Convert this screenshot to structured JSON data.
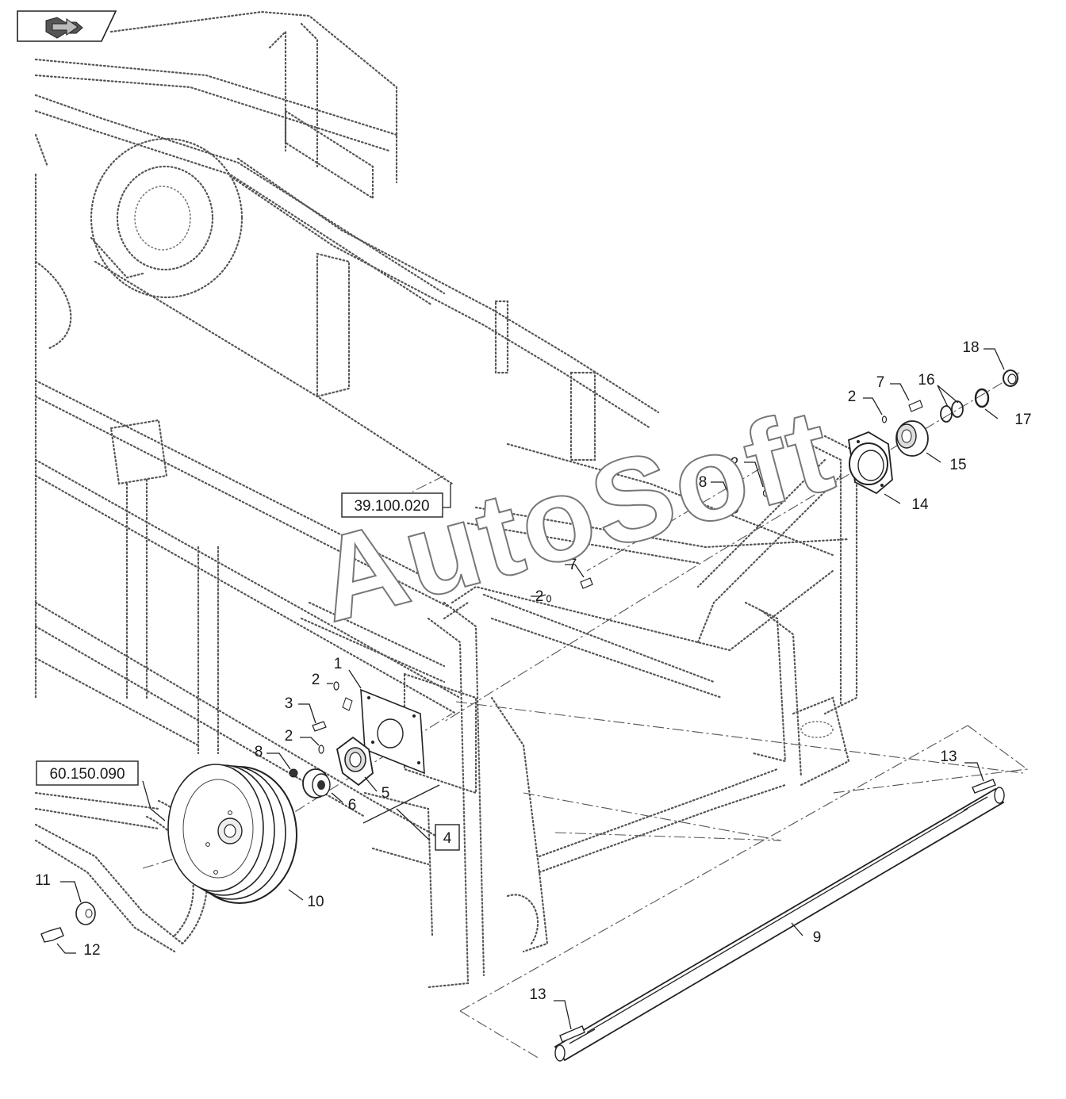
{
  "nav_button": {
    "icon": "back-arrow-icon"
  },
  "watermark": "AutoSoft",
  "references": [
    {
      "id": "ref-39-100-020",
      "text": "39.100.020"
    },
    {
      "id": "ref-60-150-090",
      "text": "60.150.090"
    },
    {
      "id": "ref-group-4",
      "text": "4"
    }
  ],
  "callouts": [
    {
      "id": "c1",
      "text": "1"
    },
    {
      "id": "c2a",
      "text": "2"
    },
    {
      "id": "c2b",
      "text": "2"
    },
    {
      "id": "c2c",
      "text": "2"
    },
    {
      "id": "c2d",
      "text": "2"
    },
    {
      "id": "c2e",
      "text": "2"
    },
    {
      "id": "c3",
      "text": "3"
    },
    {
      "id": "c5",
      "text": "5"
    },
    {
      "id": "c6",
      "text": "6"
    },
    {
      "id": "c7a",
      "text": "7"
    },
    {
      "id": "c7b",
      "text": "7"
    },
    {
      "id": "c8a",
      "text": "8"
    },
    {
      "id": "c8b",
      "text": "8"
    },
    {
      "id": "c9",
      "text": "9"
    },
    {
      "id": "c10",
      "text": "10"
    },
    {
      "id": "c11",
      "text": "11"
    },
    {
      "id": "c12",
      "text": "12"
    },
    {
      "id": "c13a",
      "text": "13"
    },
    {
      "id": "c13b",
      "text": "13"
    },
    {
      "id": "c14",
      "text": "14"
    },
    {
      "id": "c15",
      "text": "15"
    },
    {
      "id": "c16",
      "text": "16"
    },
    {
      "id": "c17",
      "text": "17"
    },
    {
      "id": "c18",
      "text": "18"
    }
  ]
}
